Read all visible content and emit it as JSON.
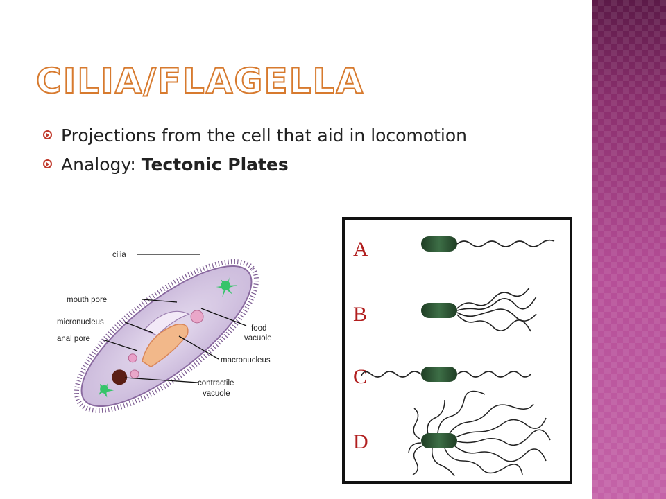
{
  "slide": {
    "title": "Cilia/Flagella",
    "bullets": [
      {
        "text": "Projections from the cell that aid in locomotion"
      },
      {
        "prefix": "Analogy: ",
        "emphasis": "Tectonic Plates"
      }
    ]
  },
  "paramecium_diagram": {
    "labels": {
      "cilia": "cilia",
      "mouth_pore": "mouth pore",
      "micronucleus": "micronucleus",
      "anal_pore": "anal pore",
      "food_vacuole_1": "food",
      "food_vacuole_2": "vacuole",
      "macronucleus": "macronucleus",
      "contractile_vacuole_1": "contractile",
      "contractile_vacuole_2": "vacuole"
    }
  },
  "flagella_diagram": {
    "rows": [
      "A",
      "B",
      "C",
      "D"
    ]
  },
  "colors": {
    "title_outline": "#d77a2e",
    "bullet_icon": "#c0392b",
    "row_letters": "#b11e1e",
    "side_strip": "#b6468f",
    "cell_body": "#ddd2e8",
    "bacterium": "#2f5a36"
  }
}
